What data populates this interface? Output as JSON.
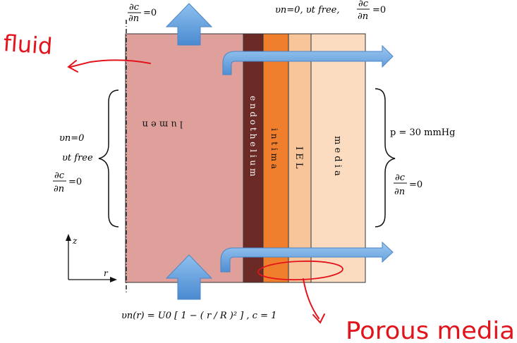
{
  "layers": {
    "lumen": "l u m e n",
    "endothelium": "e n d o t h e l i u m",
    "intima": "i n t i m a",
    "iel": "I E L",
    "media": "m e d i a"
  },
  "conditions": {
    "top_left_num": "∂c",
    "top_left_den": "∂n",
    "top_left_eq": "=0",
    "top_right_prefix": "υn=0, υt free,",
    "top_right_num": "∂c",
    "top_right_den": "∂n",
    "top_right_eq": "=0",
    "left_vn": "υn=0",
    "left_vt": "υt free",
    "left_num": "∂c",
    "left_den": "∂n",
    "left_eq": "=0",
    "right_p": "p = 30 mmHg",
    "right_num": "∂c",
    "right_den": "∂n",
    "right_eq": "=0",
    "bottom_inlet": "υn(r) = U0 [ 1 − ( r / R )² ] , c = 1"
  },
  "axes": {
    "z": "z",
    "r": "r"
  },
  "annotations": {
    "fluid": "fluid",
    "porous": "Porous media"
  },
  "colors": {
    "lumen": "#dfa09c",
    "endothelium": "#6b2a26",
    "intima": "#ef7f2c",
    "iel": "#f8c59a",
    "media": "#fcdcc0",
    "arrow": "#5b9bd5",
    "ink": "#e3131b"
  }
}
